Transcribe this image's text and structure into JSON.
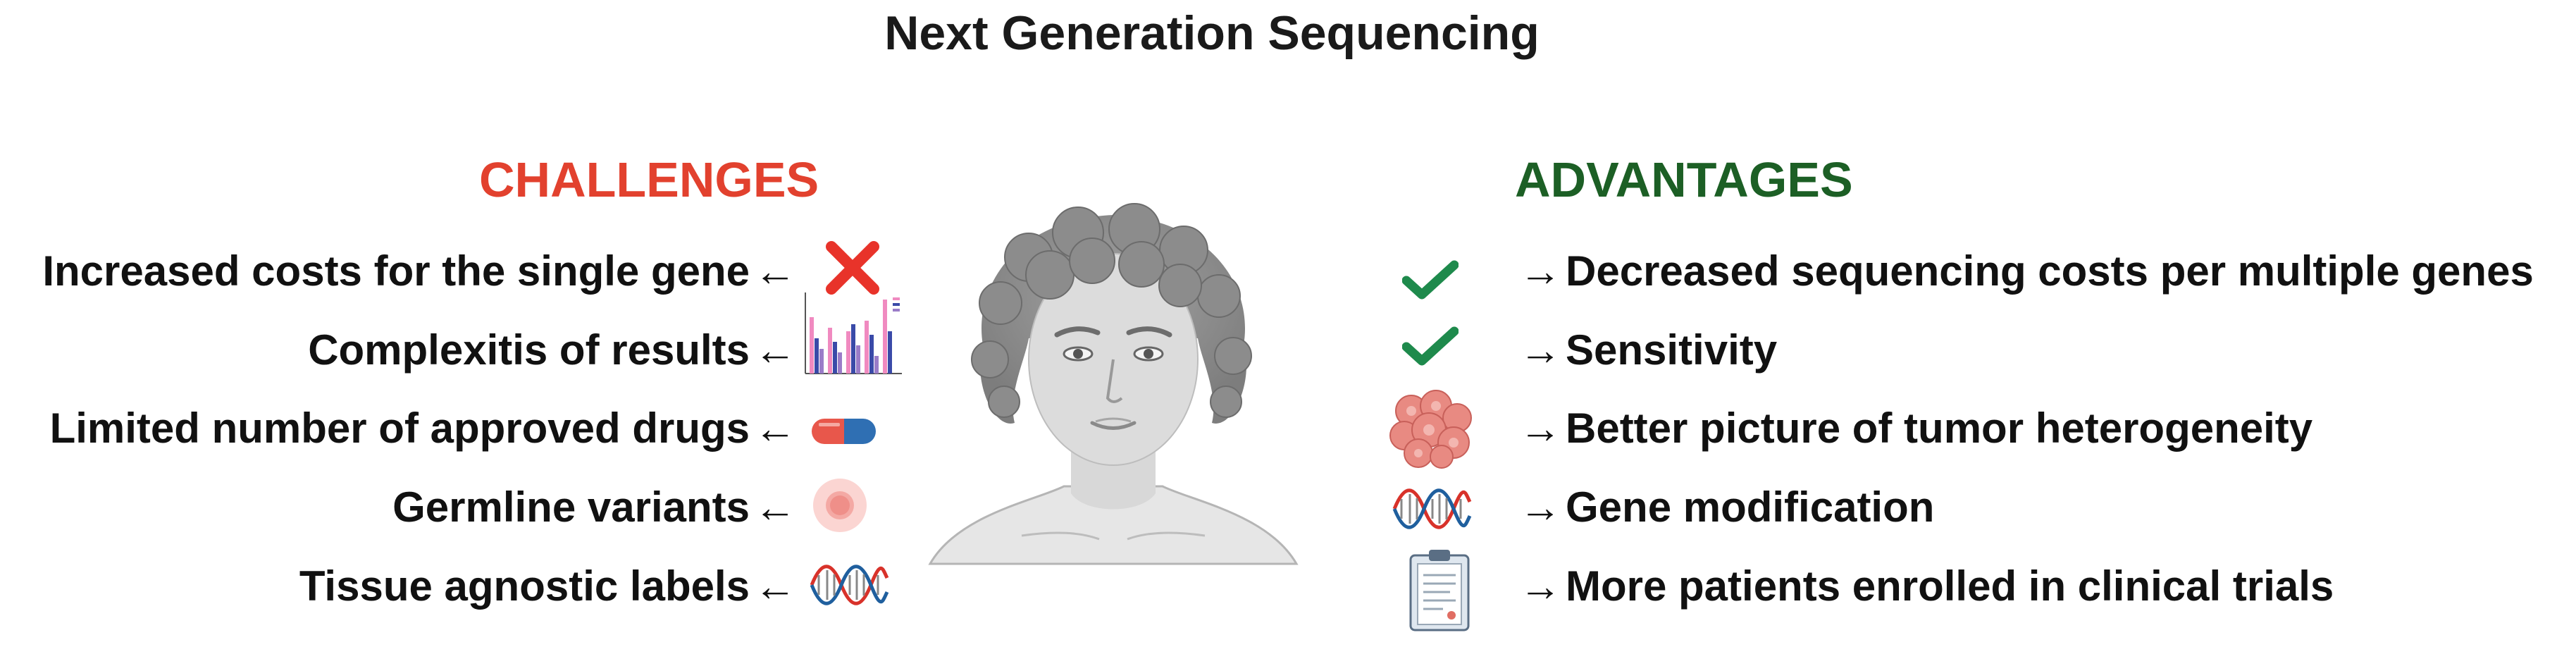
{
  "title": "Next Generation Sequencing",
  "challenges": {
    "heading": "CHALLENGES",
    "items": [
      {
        "label": "Increased costs for the single gene",
        "arrow": "←",
        "icon": "x-mark-icon"
      },
      {
        "label": "Complexitis of results",
        "arrow": "←",
        "icon": "bar-chart-icon"
      },
      {
        "label": "Limited number of approved drugs",
        "arrow": "←",
        "icon": "capsule-icon"
      },
      {
        "label": "Germline variants",
        "arrow": "←",
        "icon": "cell-icon"
      },
      {
        "label": "Tissue agnostic labels",
        "arrow": "←",
        "icon": "dna-icon"
      }
    ]
  },
  "advantages": {
    "heading": "ADVANTAGES",
    "items": [
      {
        "label": "Decreased sequencing costs per multiple genes",
        "arrow": "→",
        "icon": "check-icon"
      },
      {
        "label": "Sensitivity",
        "arrow": "→",
        "icon": "check-icon"
      },
      {
        "label": "Better picture of tumor heterogeneity",
        "arrow": "→",
        "icon": "tumor-cells-icon"
      },
      {
        "label": "Gene modification",
        "arrow": "→",
        "icon": "dna-icon"
      },
      {
        "label": "More  patients enrolled in clinical trials",
        "arrow": "→",
        "icon": "clipboard-icon"
      }
    ]
  },
  "colors": {
    "challenges": "#e2412e",
    "advantages": "#1c5f25",
    "check": "#1e8a4c"
  }
}
